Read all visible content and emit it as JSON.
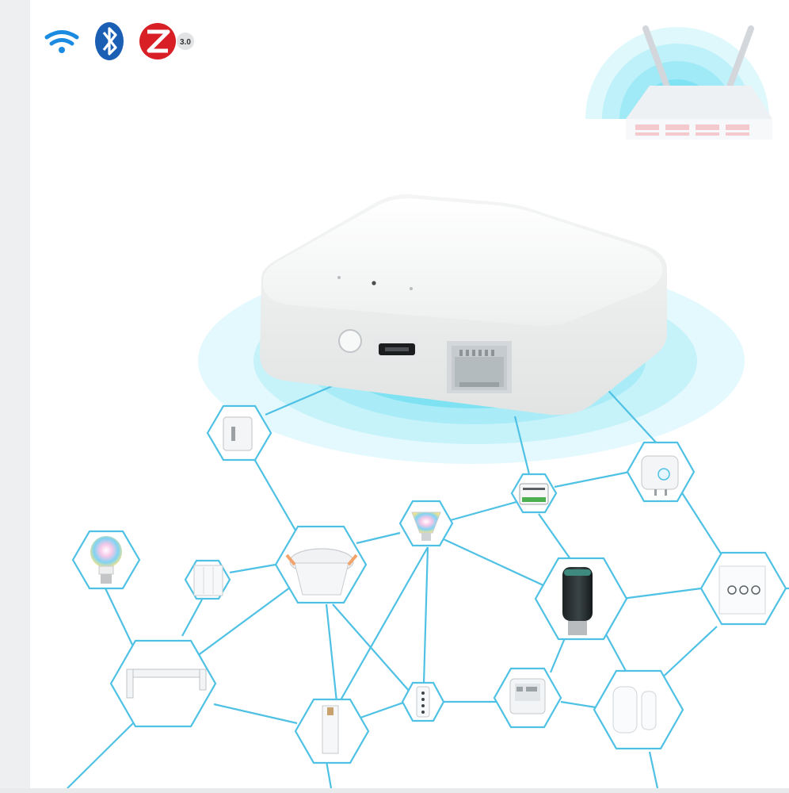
{
  "product_image": {
    "zigbee_version_label": "3.0",
    "icons": [
      "wifi-icon",
      "bluetooth-icon",
      "zigbee-icon"
    ]
  },
  "colors": {
    "network_line": "#4ec1e4",
    "glow": "#8fe6f4",
    "device_body": "#f7f8f8",
    "zigbee_red": "#d81f26",
    "bluetooth_blue": "#1a5fb4",
    "wifi_blue": "#1a8be0"
  },
  "devices": [
    "cube-switch",
    "smart-plug",
    "rgb-bulb",
    "wall-switch",
    "downlight",
    "gu10-bulb",
    "relay-module",
    "radiator-valve",
    "curtain-switch",
    "curtain-track",
    "roller-shade",
    "scene-remote",
    "thermostat-display",
    "door-sensor"
  ]
}
